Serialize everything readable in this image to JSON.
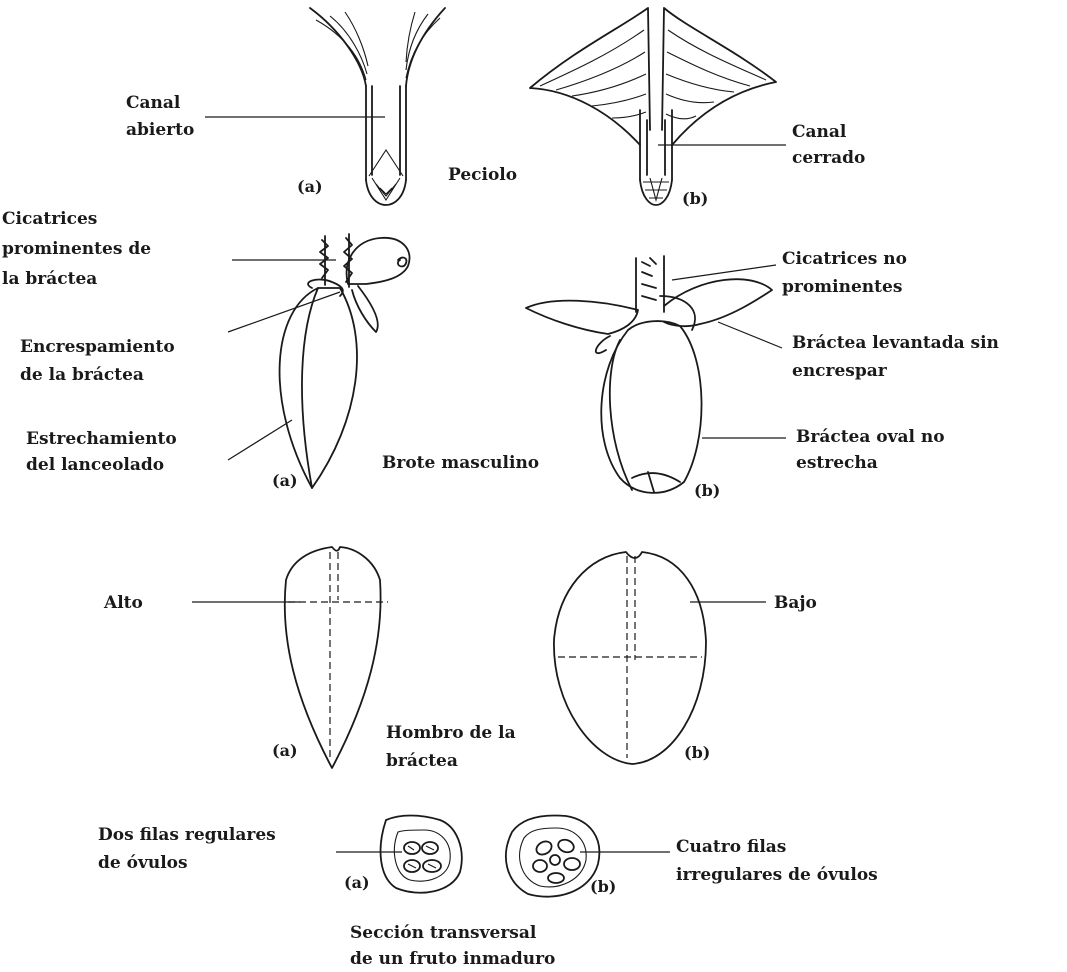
{
  "petiole": {
    "title": "Peciolo",
    "open_canal": [
      "Canal",
      "abierto"
    ],
    "closed_canal": [
      "Canal",
      "cerrado"
    ],
    "tag_a": "(a)",
    "tag_b": "(b)"
  },
  "male_bud": {
    "title": "Brote masculino",
    "prominent_scars": [
      "Cicatrices",
      "prominentes de",
      "la bráctea"
    ],
    "bract_curling": [
      "Encrespamiento",
      "de la bráctea"
    ],
    "lanceolate_narrowing": [
      "Estrechamiento",
      "del lanceolado"
    ],
    "non_prominent_scars": [
      "Cicatrices no",
      "prominentes"
    ],
    "raised_bract": [
      "Bráctea levantada sin",
      "encrespar"
    ],
    "oval_bract": [
      "Bráctea oval no",
      "estrecha"
    ],
    "tag_a": "(a)",
    "tag_b": "(b)"
  },
  "bract_shoulder": {
    "title": [
      "Hombro de la",
      "bráctea"
    ],
    "high": "Alto",
    "low": "Bajo",
    "tag_a": "(a)",
    "tag_b": "(b)"
  },
  "fruit_section": {
    "title": [
      "Sección transversal",
      "de un fruto inmaduro"
    ],
    "two_rows": [
      "Dos filas regulares",
      "de óvulos"
    ],
    "four_rows": [
      "Cuatro filas",
      "irregulares de óvulos"
    ],
    "tag_a": "(a)",
    "tag_b": "(b)"
  }
}
